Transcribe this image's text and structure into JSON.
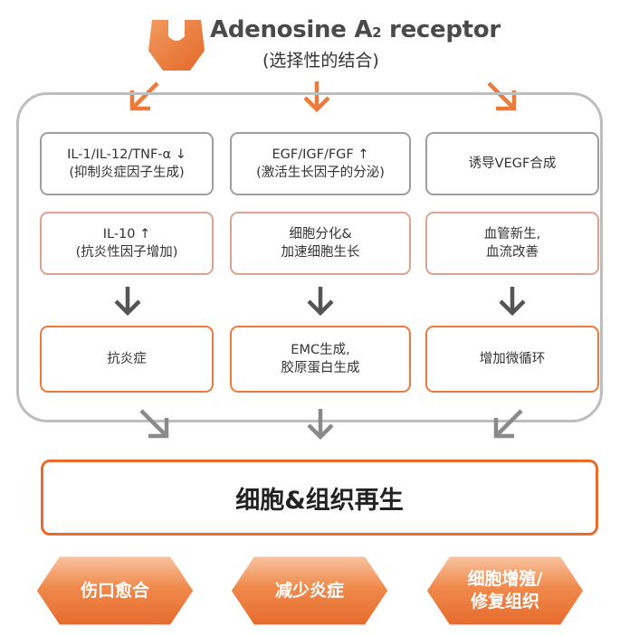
{
  "header": {
    "title_main": "Adenosine A",
    "title_sub": "2",
    "title_tail": " receptor",
    "subtitle": "(选择性的结合)",
    "icon": "receptor-icon"
  },
  "columns": [
    {
      "row1": "IL-1/IL-12/TNF-α ↓\n(抑制炎症因子生成)",
      "row2": "IL-10 ↑\n(抗炎性因子增加)",
      "row3": "抗炎症"
    },
    {
      "row1": "EGF/IGF/FGF ↑\n(激活生长因子的分泌)",
      "row2": "细胞分化&\n加速细胞生长",
      "row3": "EMC生成,\n胶原蛋白生成"
    },
    {
      "row1": "诱导VEGF合成",
      "row2": "血管新生,\n血流改善",
      "row3": "增加微循环"
    }
  ],
  "result": "细胞&组织再生",
  "outcomes": [
    "伤口愈合",
    "减少炎症",
    "细胞增殖/\n修复组织"
  ],
  "colors": {
    "orange": "#ec7a3a",
    "gray": "#8a8a8a",
    "border_gray": "#bdbdbd"
  }
}
